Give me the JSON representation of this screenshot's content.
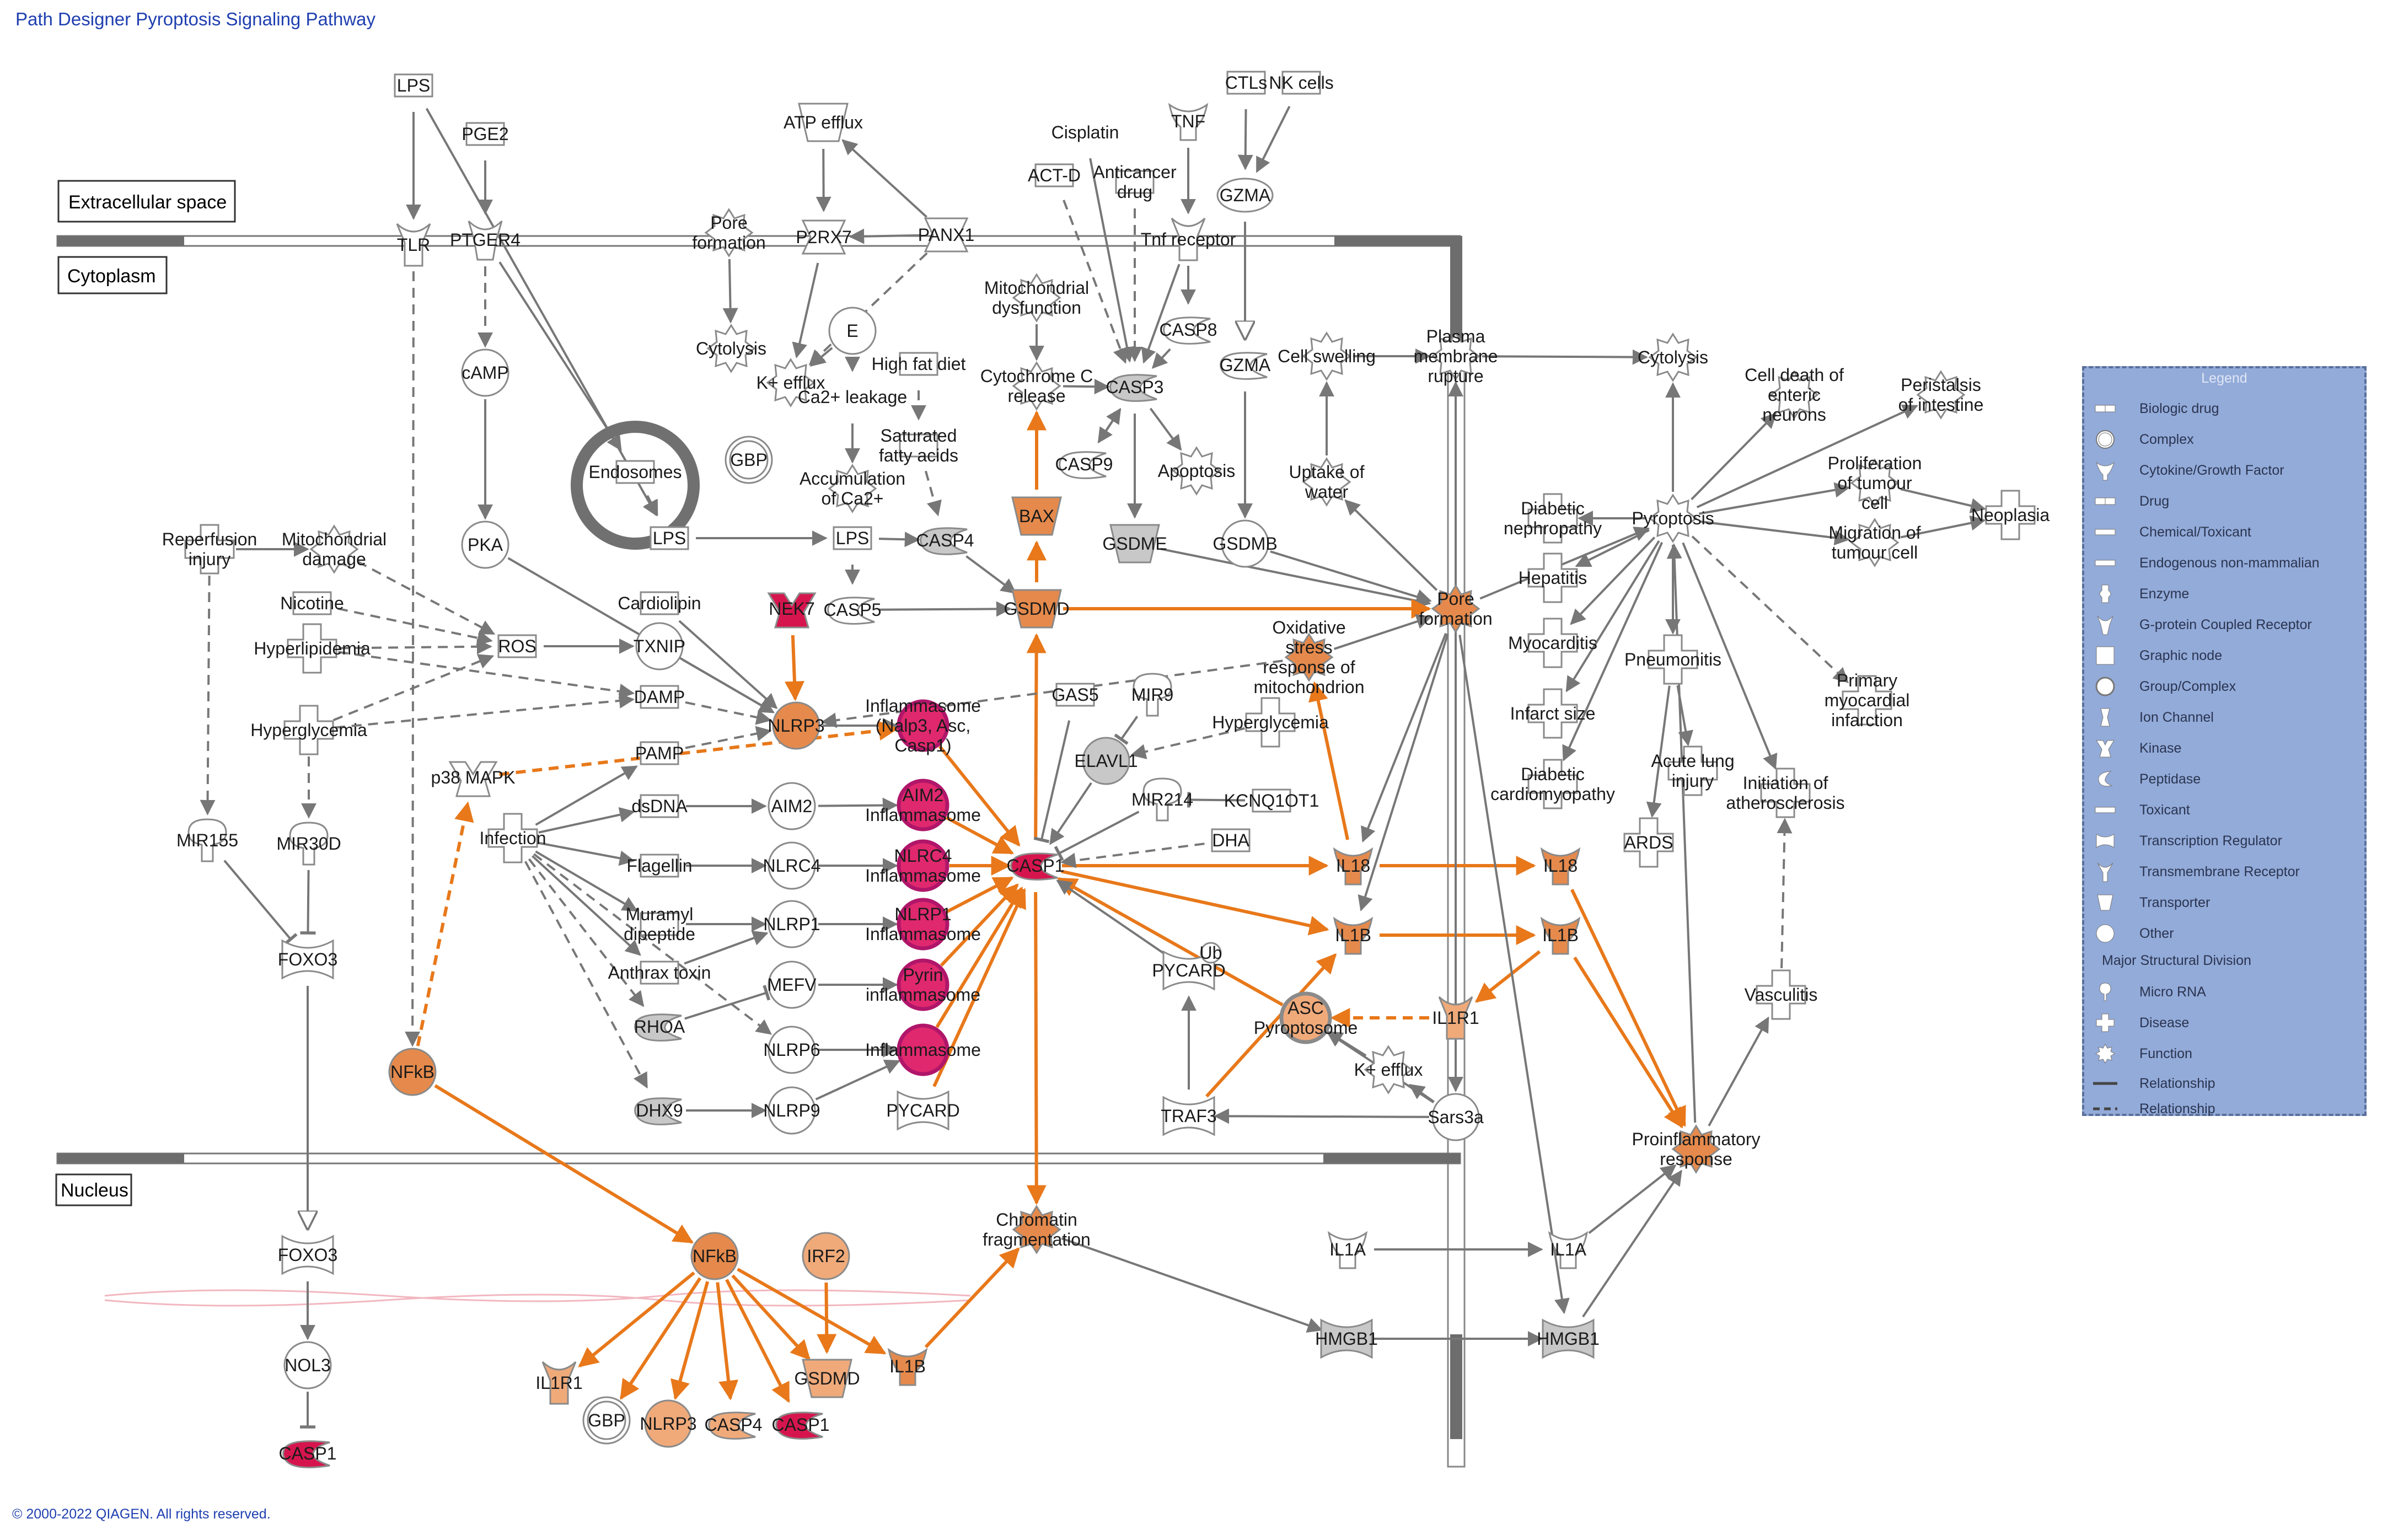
{
  "title": "Path Designer Pyroptosis Signaling Pathway",
  "copyright": "© 2000-2022 QIAGEN. All rights reserved.",
  "compartments": {
    "extracellular": "Extracellular space",
    "cytoplasm": "Cytoplasm",
    "nucleus": "Nucleus"
  },
  "colors": {
    "activation": "#e8781a",
    "upregulated_strong": "#d6154e",
    "upregulated_medium": "#e58a4c",
    "upregulated_light": "#f0aa7a",
    "neutral": "#c8c8c8",
    "relationship": "#777777",
    "legend_bg": "#93abd9"
  },
  "nodes": {
    "lps_top": "LPS",
    "pge2": "PGE2",
    "ctls": "CTLs",
    "nk": "NK cells",
    "atp": "ATP efflux",
    "cisplatin": "Cisplatin",
    "tnf": "TNF",
    "actd": "ACT-D",
    "anticancer": "Anticancer drug",
    "tlr": "TLR",
    "ptger4": "PTGER4",
    "pore1": "Pore formation",
    "p2rx7": "P2RX7",
    "panx1": "PANX1",
    "gzma": "GZMA",
    "tnfr": "Tnf receptor",
    "mito_dys": "Mitochondrial dysfunction",
    "casp8": "CASP8",
    "camp": "cAMP",
    "cytolysis1": "Cytolysis",
    "kefflux1": "K+ efflux",
    "e": "E",
    "ca2": "Ca2+ leakage",
    "highfat": "High fat diet",
    "satfat": "Saturated fatty acids",
    "cytc": "Cytochrome C release",
    "casp3": "CASP3",
    "gzma2": "GZMA",
    "cell_swelling": "Cell swelling",
    "pm_rupture": "Plasma membrane rupture",
    "cytolysis2": "Cytolysis",
    "cell_death": "Cell death of enteric neurons",
    "peristalsis": "Peristalsis of intestine",
    "gbp1": "GBP",
    "endosomes": "Endosomes",
    "accum": "Accumulation of Ca2+",
    "casp9": "CASP9",
    "apoptosis": "Apoptosis",
    "uptake": "Uptake of water",
    "diab_neph": "Diabetic nephropathy",
    "pyroptosis": "Pyroptosis",
    "prolif": "Proliferation of tumour cell",
    "neoplasia": "Neoplasia",
    "migration": "Migration of tumour cell",
    "reperf": "Reperfusion injury",
    "mito_dam": "Mitochondrial damage",
    "pka": "PKA",
    "lps2": "LPS",
    "lps3": "LPS",
    "casp4": "CASP4",
    "bax": "BAX",
    "gsdme": "GSDME",
    "gsdmb": "GSDMB",
    "pore2": "Pore formation",
    "hepatitis": "Hepatitis",
    "nicotine": "Nicotine",
    "cardiolipin": "Cardiolipin",
    "nek7": "NEK7",
    "casp5": "CASP5",
    "gsdmd": "GSDMD",
    "ros": "ROS",
    "hyperlipid": "Hyperlipidemia",
    "txnip": "TXNIP",
    "oxstress": "Oxidative stress response of mitochondrion",
    "myocarditis": "Myocarditis",
    "pneumonitis": "Pneumonitis",
    "pmi": "Primary myocardial infarction",
    "damp": "DAMP",
    "inflammasome": "Inflammasome (Nalp3, Asc, Casp1)",
    "gas5": "GAS5",
    "mir9": "MIR9",
    "nlrp3": "NLRP3",
    "hyperglyc1": "Hyperglycemia",
    "hyperglyc2": "Hyperglycemia",
    "infarct": "Infarct size",
    "pamp": "PAMP",
    "elavl1": "ELAVL1",
    "p38": "p38 MAPK",
    "dsdna": "dsDNA",
    "aim2": "AIM2",
    "aim2inf": "AIM2 Inflammasome",
    "mir214": "MIR214",
    "kcnq1ot1": "KCNQ1OT1",
    "diab_cardio": "Diabetic cardiomyopathy",
    "acute_lung": "Acute lung injury",
    "initiation": "Initiation of atherosclerosis",
    "mir155": "MIR155",
    "mir30d": "MIR30D",
    "infection": "Infection",
    "dha": "DHA",
    "ards": "ARDS",
    "flagellin": "Flagellin",
    "nlrc4": "NLRC4",
    "nlrc4inf": "NLRC4 Inflammasome",
    "casp1": "CASP1",
    "il18a": "IL18",
    "il18b": "IL18",
    "muramyl": "Muramyl dipeptide",
    "nlrp1": "NLRP1",
    "nlrp1inf": "NLRP1 Inflammasome",
    "il1ba": "IL1B",
    "il1bb": "IL1B",
    "foxo3a": "FOXO3",
    "anthrax": "Anthrax toxin",
    "mefv": "MEFV",
    "pyrininf": "Pyrin inflammasome",
    "pycard_ub": "PYCARD",
    "ub": "Ub",
    "vasculitis": "Vasculitis",
    "asc": "ASC Pyroptosome",
    "il1r1a": "IL1R1",
    "rhoa": "RHOA",
    "nlrp6": "NLRP6",
    "inflam2": "Inflammasome",
    "kefflux2": "K+ efflux",
    "nfkb1": "NFkB",
    "dhx9": "DHX9",
    "nlrp9": "NLRP9",
    "pycard": "PYCARD",
    "traf3": "TRAF3",
    "sars": "Sars3a",
    "proinfl": "Proinflammatory response",
    "chromatin": "Chromatin fragmentation",
    "foxo3b": "FOXO3",
    "nfkb2": "NFkB",
    "irf2": "IRF2",
    "il1a1": "IL1A",
    "il1a2": "IL1A",
    "hmgb1a": "HMGB1",
    "hmgb1b": "HMGB1",
    "nol3": "NOL3",
    "il1r1b": "IL1R1",
    "gsdmd2": "GSDMD",
    "il1bc": "IL1B",
    "gbp2": "GBP",
    "nlrp3b": "NLRP3",
    "casp4b": "CASP4",
    "casp1b": "CASP1",
    "casp1c": "CASP1"
  },
  "legend": {
    "title": "Legend",
    "items": [
      "Biologic drug",
      "Complex",
      "Cytokine/Growth Factor",
      "Drug",
      "Chemical/Toxicant",
      "Endogenous non-mammalian",
      "Enzyme",
      "G-protein Coupled Receptor",
      "Graphic node",
      "Group/Complex",
      "Ion Channel",
      "Kinase",
      "Peptidase",
      "Toxicant",
      "Transcription Regulator",
      "Transmembrane Receptor",
      "Transporter",
      "Other"
    ],
    "section": "Major Structural Division",
    "items2": [
      "Micro RNA",
      "Disease",
      "Function",
      "Relationship",
      "Relationship"
    ]
  }
}
